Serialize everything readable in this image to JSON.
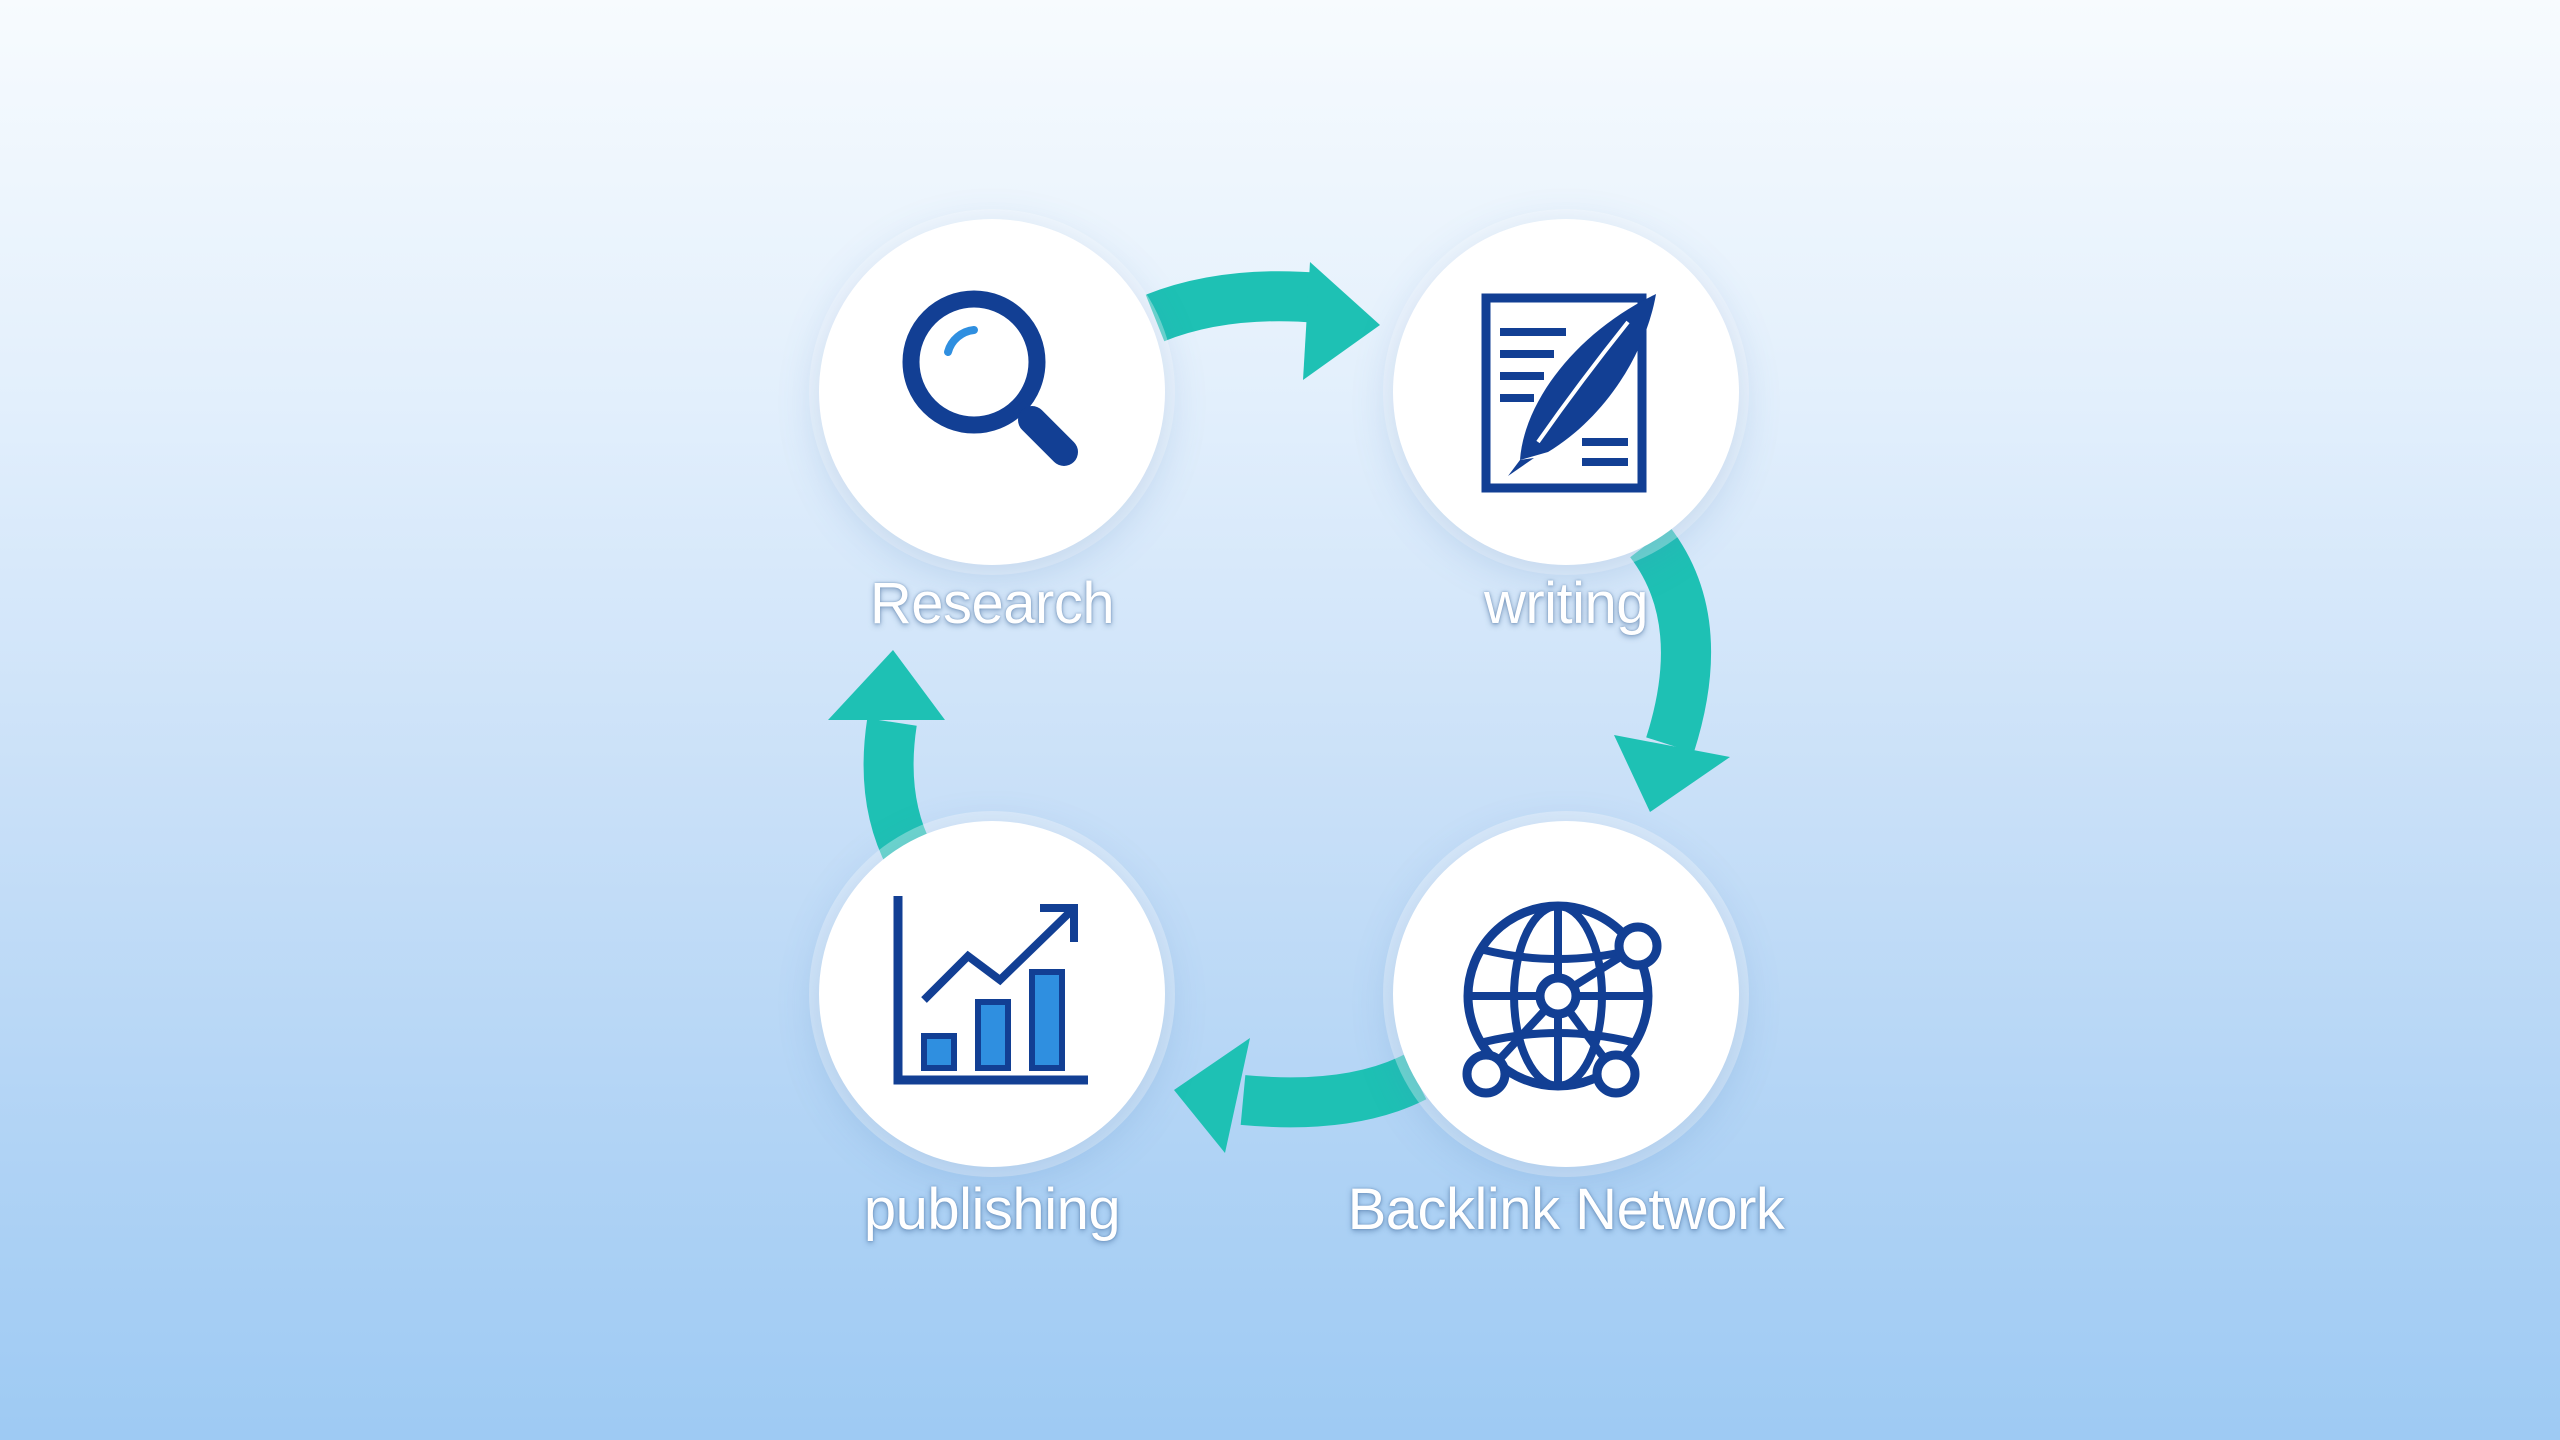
{
  "colors": {
    "arrow": "#1ec1b4",
    "icon_primary": "#123f94",
    "icon_accent": "#2f8fe0",
    "label_text": "#ffffff",
    "node_fill": "#ffffff"
  },
  "cycle": {
    "steps": [
      {
        "label": "Research",
        "icon": "magnifying-glass-icon"
      },
      {
        "label": "writing",
        "icon": "document-quill-icon"
      },
      {
        "label": "Backlink Network",
        "icon": "globe-network-icon"
      },
      {
        "label": "publishing",
        "icon": "growth-bar-chart-icon"
      }
    ],
    "arrows": [
      {
        "from": "Research",
        "to": "writing"
      },
      {
        "from": "writing",
        "to": "Backlink Network"
      },
      {
        "from": "Backlink Network",
        "to": "publishing"
      },
      {
        "from": "publishing",
        "to": "Research"
      }
    ]
  }
}
